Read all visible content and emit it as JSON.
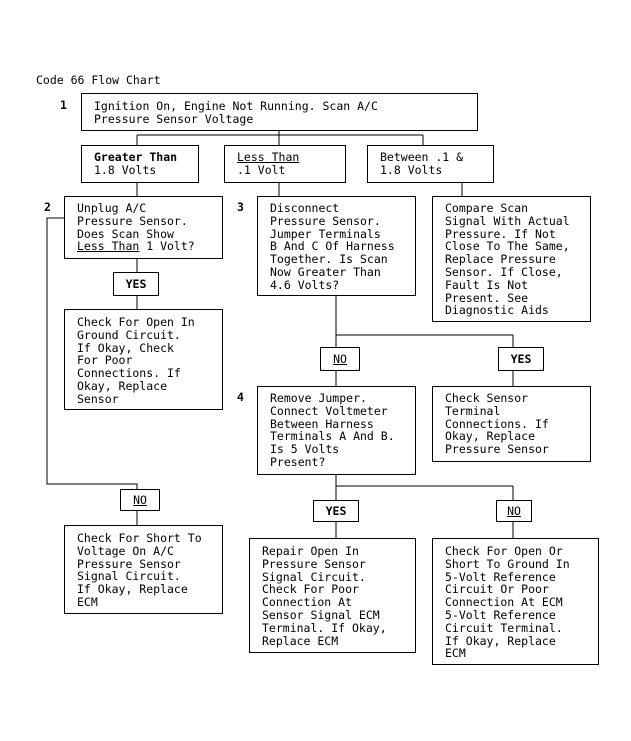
{
  "title": "Code 66 Flow Chart",
  "steps": {
    "s1": {
      "num": "1",
      "text": "Ignition On, Engine Not Running. Scan A/C\nPressure Sensor Voltage"
    },
    "s2": {
      "num": "2",
      "line1": "Unplug A/C\nPressure Sensor.\nDoes Scan Show\n",
      "emph": "Less Than",
      "line2": " 1 Volt?"
    },
    "s3": {
      "num": "3",
      "text": "Disconnect\nPressure Sensor.\nJumper Terminals\nB And C Of Harness\nTogether. Is Scan\nNow Greater Than\n4.6 Volts?"
    },
    "s4": {
      "num": "4",
      "text": "Remove Jumper.\nConnect Voltmeter\nBetween Harness\nTerminals A And B.\nIs 5 Volts\nPresent?"
    }
  },
  "branches": {
    "greater": {
      "title": "Greater Than",
      "value": "1.8 Volts"
    },
    "less": {
      "title": "Less Than",
      "value": ".1 Volt"
    },
    "between": {
      "text": "Between .1 &\n1.8 Volts"
    }
  },
  "results": {
    "compare": "Compare Scan\nSignal With Actual\nPressure. If Not\nClose To The Same,\nReplace Pressure\nSensor. If Close,\nFault Is Not\nPresent. See\nDiagnostic Aids",
    "open_ground": "Check For Open In\nGround Circuit.\nIf Okay, Check\nFor Poor\nConnections. If\nOkay, Replace\nSensor",
    "check_sensor": "Check Sensor\nTerminal\nConnections. If\nOkay, Replace\nPressure Sensor",
    "short_voltage": "Check For Short To\nVoltage On A/C\nPressure Sensor\nSignal Circuit.\nIf Okay, Replace\nECM",
    "repair_open": "Repair Open In\nPressure Sensor\nSignal Circuit.\nCheck For Poor\nConnection At\nSensor Signal ECM\nTerminal. If Okay,\nReplace ECM",
    "check_open_short": "Check For Open Or\nShort To Ground In\n5-Volt Reference\nCircuit Or Poor\nConnection At ECM\n5-Volt Reference\nCircuit Terminal.\nIf Okay, Replace\nECM"
  },
  "labels": {
    "yes": "YES",
    "no": "NO"
  }
}
